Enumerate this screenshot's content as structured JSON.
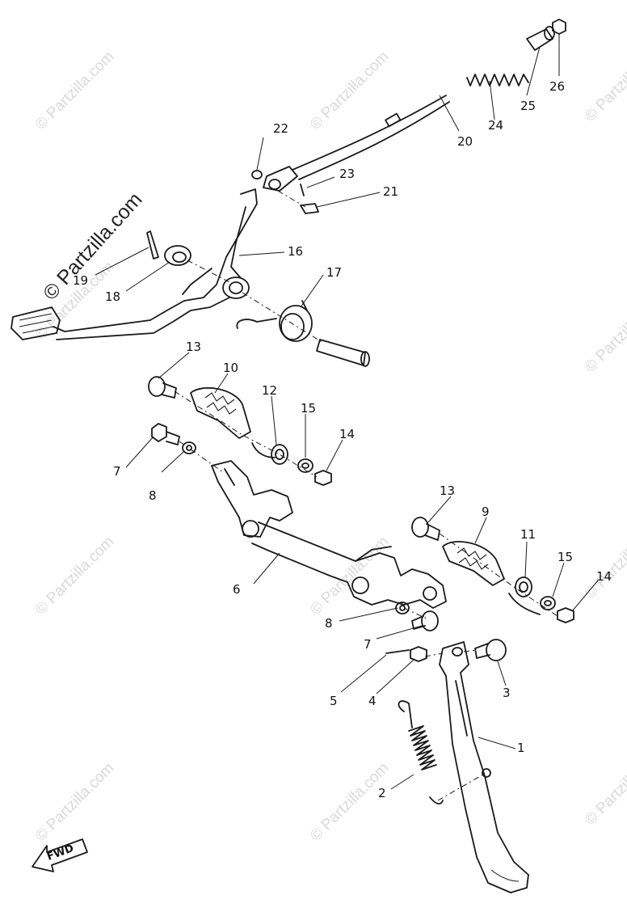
{
  "watermark": {
    "text": "© Partzilla.com",
    "main_text": "© Partzilla.com",
    "color": "#d9d9d9",
    "main_color": "#222222"
  },
  "fwd_label": "FWD",
  "callouts": [
    {
      "id": "c1",
      "text": "1"
    },
    {
      "id": "c2",
      "text": "2"
    },
    {
      "id": "c3",
      "text": "3"
    },
    {
      "id": "c4",
      "text": "4"
    },
    {
      "id": "c5",
      "text": "5"
    },
    {
      "id": "c6",
      "text": "6"
    },
    {
      "id": "c7a",
      "text": "7"
    },
    {
      "id": "c7b",
      "text": "7"
    },
    {
      "id": "c8a",
      "text": "8"
    },
    {
      "id": "c8b",
      "text": "8"
    },
    {
      "id": "c9",
      "text": "9"
    },
    {
      "id": "c10",
      "text": "10"
    },
    {
      "id": "c11",
      "text": "11"
    },
    {
      "id": "c12",
      "text": "12"
    },
    {
      "id": "c13a",
      "text": "13"
    },
    {
      "id": "c13b",
      "text": "13"
    },
    {
      "id": "c14a",
      "text": "14"
    },
    {
      "id": "c14b",
      "text": "14"
    },
    {
      "id": "c15a",
      "text": "15"
    },
    {
      "id": "c15b",
      "text": "15"
    },
    {
      "id": "c16",
      "text": "16"
    },
    {
      "id": "c17",
      "text": "17"
    },
    {
      "id": "c18",
      "text": "18"
    },
    {
      "id": "c19",
      "text": "19"
    },
    {
      "id": "c20",
      "text": "20"
    },
    {
      "id": "c21",
      "text": "21"
    },
    {
      "id": "c22",
      "text": "22"
    },
    {
      "id": "c23",
      "text": "23"
    },
    {
      "id": "c24",
      "text": "24"
    },
    {
      "id": "c25",
      "text": "25"
    },
    {
      "id": "c26",
      "text": "26"
    }
  ]
}
